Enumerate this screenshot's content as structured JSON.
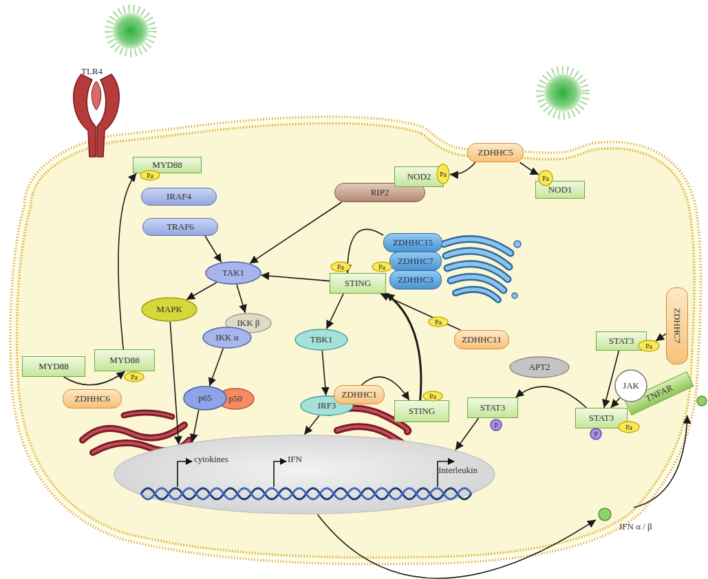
{
  "diagram": {
    "nodes": [
      {
        "text": [
          "MYD88"
        ]
      },
      {
        "text": [
          "Pa"
        ]
      },
      {
        "text": [
          "IRAF4"
        ]
      },
      {
        "text": [
          "TRAF6"
        ]
      },
      {
        "text": [
          "ZDHHC5"
        ]
      },
      {
        "text": [
          "Pa"
        ]
      },
      {
        "text": [
          "NOD2"
        ]
      },
      {
        "text": [
          "Pa"
        ]
      },
      {
        "text": [
          "NOD1"
        ]
      },
      {
        "text": [
          "RIP2"
        ]
      },
      {
        "text": [
          "ZDHHC15"
        ]
      },
      {
        "text": [
          "ZDHHC7"
        ]
      },
      {
        "text": [
          "ZDHHC3"
        ]
      },
      {
        "text": [
          "TAK1"
        ]
      },
      {
        "text": [
          "Pa"
        ]
      },
      {
        "text": [
          "Pa"
        ]
      },
      {
        "text": [
          "STING"
        ]
      },
      {
        "text": [
          "ZDHHC7"
        ]
      },
      {
        "text": [
          "MAPK"
        ]
      },
      {
        "text": [
          "IKK β"
        ]
      },
      {
        "text": [
          "IKK α"
        ]
      },
      {
        "text": [
          "TBK1"
        ]
      },
      {
        "text": [
          "Pa"
        ]
      },
      {
        "text": [
          "ZDHHC11"
        ]
      },
      {
        "text": [
          "STAT3"
        ]
      },
      {
        "text": [
          "Pa"
        ]
      },
      {
        "text": [
          "MYD88"
        ]
      },
      {
        "text": [
          "MYD88"
        ]
      },
      {
        "text": [
          "Pa"
        ]
      },
      {
        "text": [
          "APT2"
        ]
      },
      {
        "text": [
          "JAK"
        ]
      },
      {
        "text": [
          "TNFAR"
        ]
      },
      {
        "text": [
          "ZDHHC6"
        ]
      },
      {
        "text": [
          "ZDHHC1"
        ]
      },
      {
        "text": [
          "p65"
        ]
      },
      {
        "text": [
          "p50"
        ]
      },
      {
        "text": [
          "IRF3"
        ]
      },
      {
        "text": [
          "STING"
        ]
      },
      {
        "text": [
          "Pa"
        ]
      },
      {
        "text": [
          "STAT3"
        ]
      },
      {
        "text": [
          "P"
        ]
      },
      {
        "text": [
          "STAT3"
        ]
      },
      {
        "text": [
          "Pa"
        ]
      },
      {
        "text": [
          "P"
        ]
      },
      {
        "text": [
          "cytokines",
          "IFN",
          "Interleukin"
        ]
      },
      {
        "text": [
          "IFN α / β"
        ]
      }
    ],
    "edges": [
      {
        "from": 27,
        "to": 0,
        "arrow": "to"
      },
      {
        "from": 26,
        "to": 27,
        "arrow": "to"
      },
      {
        "from": 3,
        "to": 13,
        "arrow": "to"
      },
      {
        "from": 9,
        "to": 13,
        "arrow": "to"
      },
      {
        "from": 16,
        "to": 13,
        "arrow": "to"
      },
      {
        "from": 4,
        "to": 5,
        "arrow": "to"
      },
      {
        "from": 4,
        "to": 7,
        "arrow": "to"
      },
      {
        "from": 10,
        "to": 16,
        "arrow": "to"
      },
      {
        "from": 13,
        "to": 18,
        "arrow": "to"
      },
      {
        "from": 13,
        "to": 19,
        "arrow": "to"
      },
      {
        "from": 20,
        "to": 34,
        "arrow": "to"
      },
      {
        "from": 16,
        "to": 21,
        "arrow": "to"
      },
      {
        "from": 21,
        "to": 36,
        "arrow": "to"
      },
      {
        "from": 23,
        "to": 16,
        "arrow": "to"
      },
      {
        "from": 33,
        "to": 37,
        "arrow": "to"
      },
      {
        "from": 37,
        "to": 16,
        "arrow": "to"
      },
      {
        "from": 17,
        "to": 25,
        "arrow": "to"
      },
      {
        "from": 24,
        "to": 41,
        "arrow": "to"
      },
      {
        "from": 30,
        "to": 41,
        "arrow": "to"
      },
      {
        "from": 41,
        "to": 39,
        "arrow": "to"
      },
      {
        "from": 18,
        "to": 44,
        "arrow": "to"
      },
      {
        "from": 34,
        "to": 44,
        "arrow": "to"
      },
      {
        "from": 36,
        "to": 44,
        "arrow": "to"
      },
      {
        "from": 39,
        "to": 44,
        "arrow": "to"
      },
      {
        "from": 44,
        "to": 45,
        "arrow": "to"
      },
      {
        "from": 45,
        "to": 31,
        "arrow": "to"
      }
    ],
    "labels": [
      "TLR4"
    ]
  }
}
